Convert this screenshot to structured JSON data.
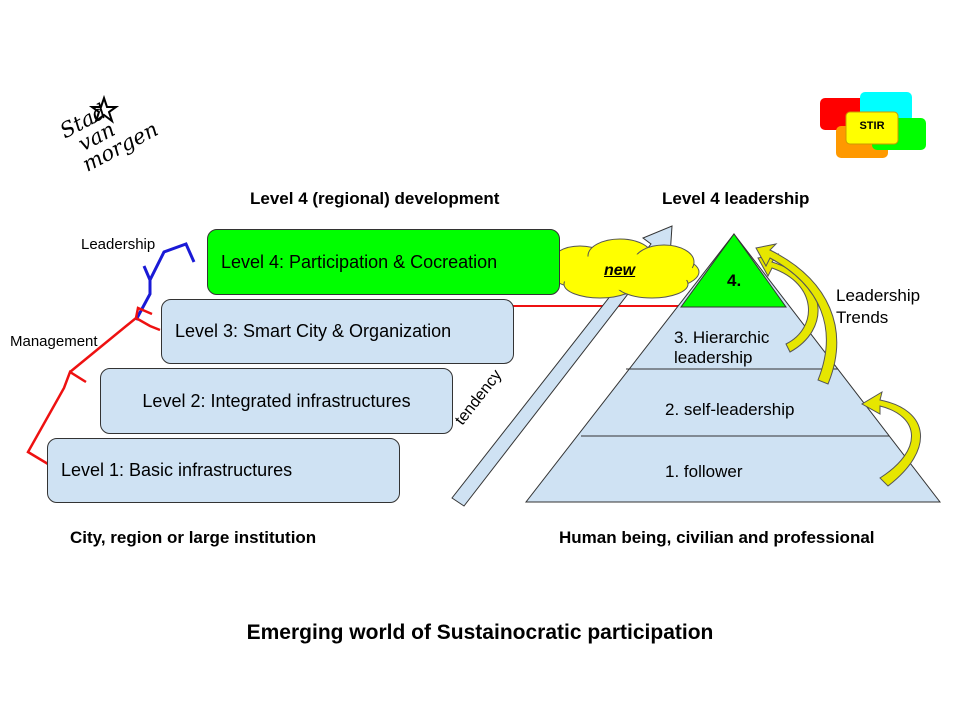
{
  "logo": {
    "text_lines": [
      "Stad",
      "van",
      "morgen"
    ],
    "icon": "star-icon"
  },
  "stir_logo": {
    "label": "STIR",
    "colors": [
      "#ff0000",
      "#00ffff",
      "#ff9900",
      "#00ff00",
      "#ffff00"
    ]
  },
  "headings": {
    "left_top": "Level 4 (regional) development",
    "right_top": "Level 4 leadership",
    "left_bottom": "City, region or large institution",
    "right_bottom": "Human being, civilian and professional",
    "main_title": "Emerging world of Sustainocratic participation"
  },
  "bracket_labels": {
    "leadership": "Leadership",
    "management": "Management"
  },
  "levels": [
    {
      "label": "Level 1: Basic infrastructures",
      "color": "#cfe2f3"
    },
    {
      "label": "Level 2: Integrated infrastructures",
      "color": "#cfe2f3"
    },
    {
      "label": "Level 3: Smart City & Organization",
      "color": "#cfe2f3"
    },
    {
      "label": "Level 4: Participation & Cocreation",
      "color": "#00ff00"
    }
  ],
  "cloud_label": "new",
  "arrow_label": "tendency",
  "pyramid": {
    "top": "4.",
    "level3_line1": "3. Hierarchic",
    "level3_line2": "leadership",
    "level2": "2. self-leadership",
    "level1": "1. follower"
  },
  "trends_label_line1": "Leadership",
  "trends_label_line2": "Trends",
  "colors": {
    "bracket_leadership": "#1a1ad6",
    "bracket_management": "#ee1111",
    "box_fill": "#cfe2f3",
    "green": "#00ff00",
    "cloud": "#ffff00",
    "curved_arrows": "#e6e600"
  }
}
